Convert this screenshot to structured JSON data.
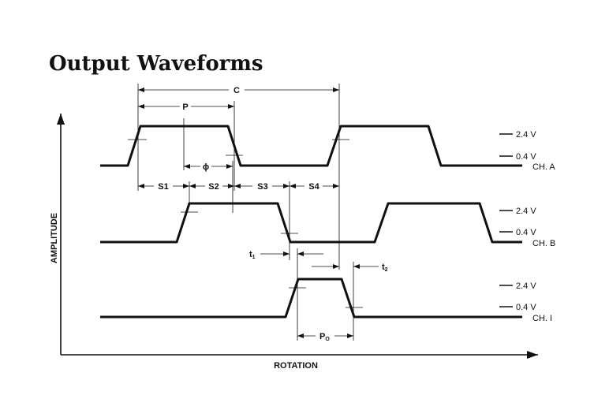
{
  "title": "Output Waveforms",
  "axes": {
    "y_label": "AMPLITUDE",
    "x_label": "ROTATION"
  },
  "dimensions": {
    "C": "C",
    "P": "P",
    "phi": "ϕ",
    "S1": "S1",
    "S2": "S2",
    "S3": "S3",
    "S4": "S4",
    "t1": "t",
    "t1_sub": "1",
    "t2": "t",
    "t2_sub": "2",
    "Po": "P",
    "Po_sub": "O"
  },
  "channels": [
    {
      "name": "CH. A",
      "high": "2.4 V",
      "low": "0.4 V"
    },
    {
      "name": "CH. B",
      "high": "2.4 V",
      "low": "0.4 V"
    },
    {
      "name": "CH. I",
      "high": "2.4 V",
      "low": "0.4 V"
    }
  ]
}
